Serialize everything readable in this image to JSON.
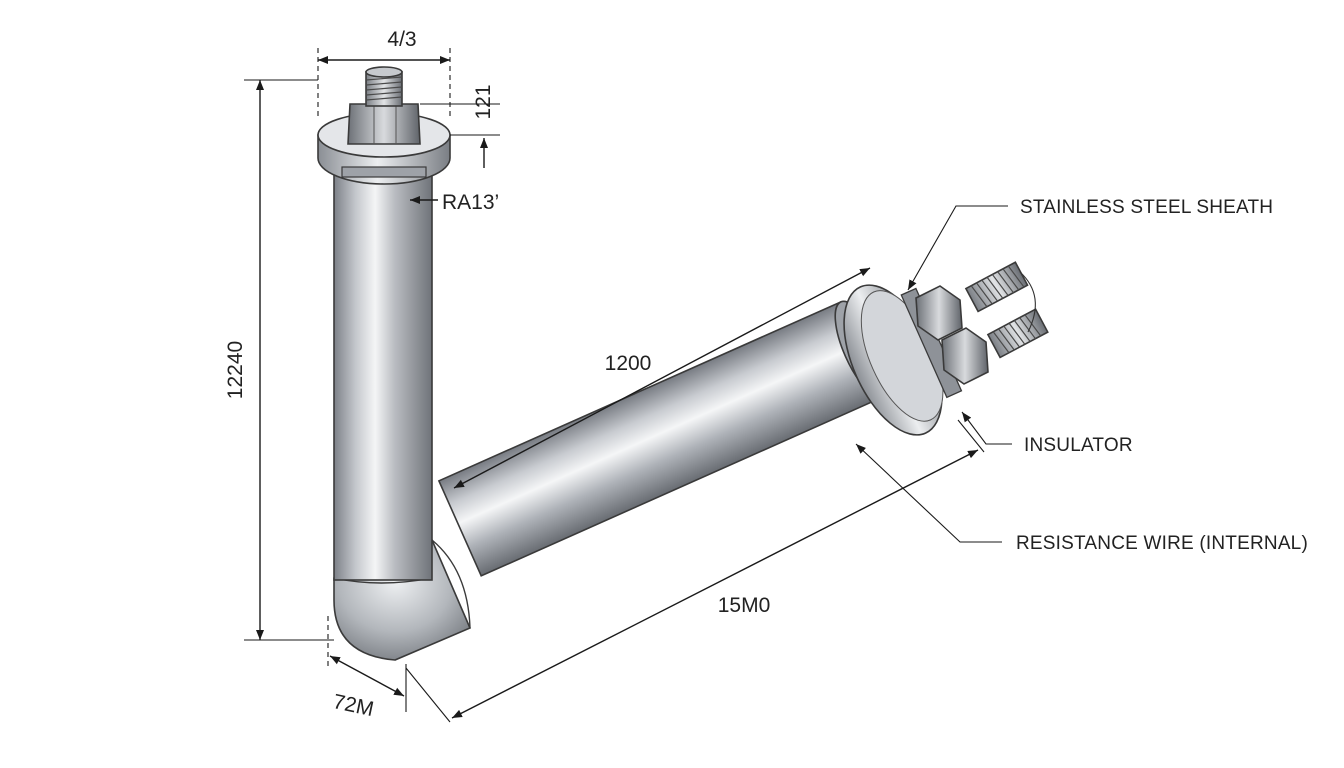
{
  "dimensions": {
    "top_width": "4/3",
    "top_height": "121",
    "radius_note": "RA13’",
    "vertical_length": "12240",
    "diagonal_upper": "1200",
    "diagonal_lower": "15M0",
    "bend_width": "72M"
  },
  "callouts": {
    "sheath": "STAINLESS STEEL SHEATH",
    "insulator": "INSULATOR",
    "resistance_wire": "RESISTANCE WIRE (INTERNAL)"
  },
  "colors": {
    "line": "#1a1a1a",
    "metal_dark": "#7d8188",
    "metal_mid": "#c4c7cc",
    "metal_light": "#f4f5f6"
  }
}
